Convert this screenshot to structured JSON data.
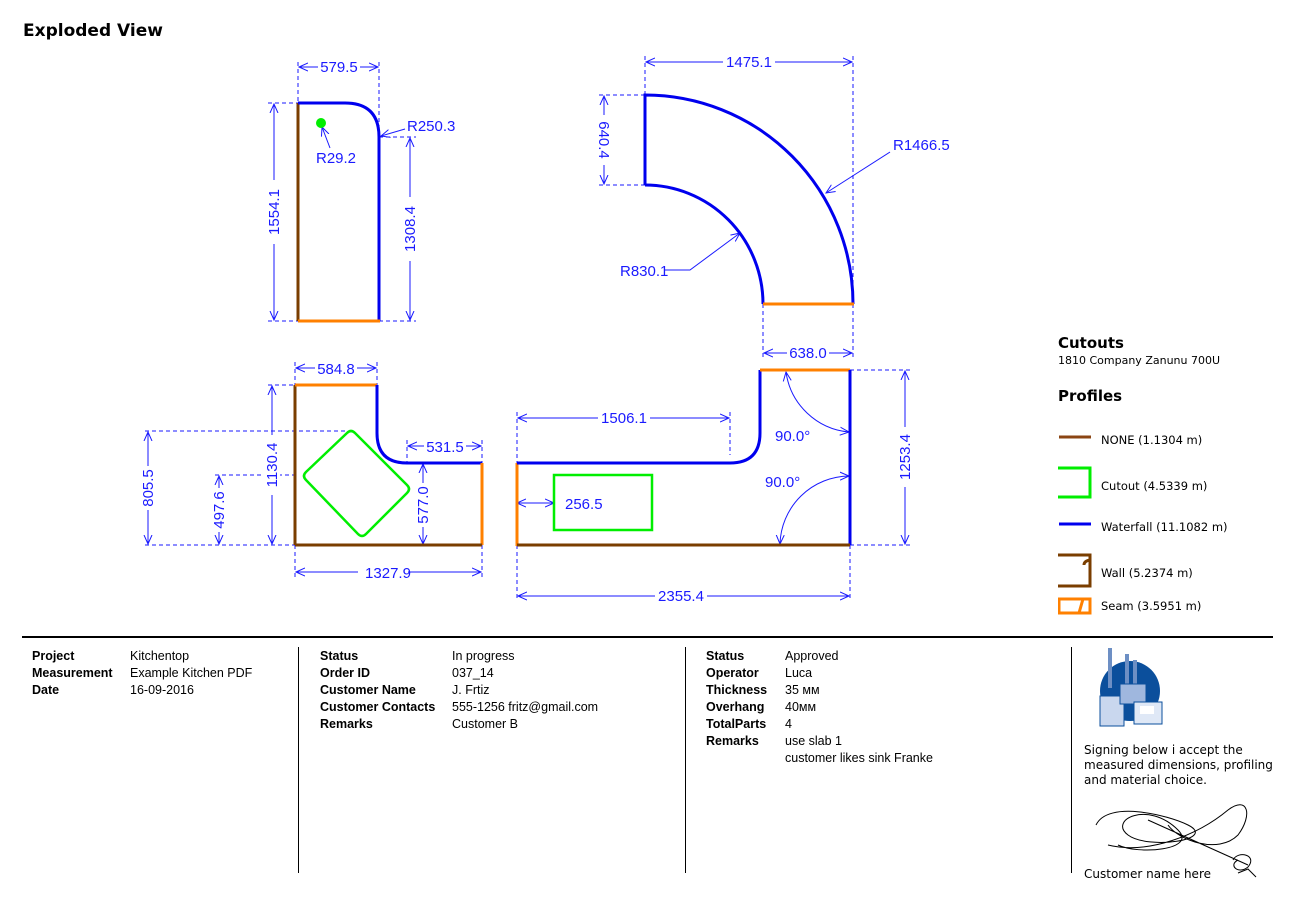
{
  "title": "Exploded View",
  "dimensions": {
    "p1": {
      "width": "579.5",
      "height": "1554.1",
      "right": "1308.4",
      "corner_radius": "R250.3",
      "hole_radius": "R29.2"
    },
    "p2": {
      "width": "1475.1",
      "left": "640.4",
      "outer_radius": "R1466.5",
      "inner_radius": "R830.1",
      "bottom": "638.0"
    },
    "p3": {
      "top": "584.8",
      "step": "531.5",
      "width": "1327.9",
      "height": "1130.4",
      "cut_offset": "805.5",
      "cut_offset2": "497.6",
      "right": "577.0"
    },
    "p4": {
      "top": "1506.1",
      "cut_offset": "256.5",
      "angle1": "90.0°",
      "angle2": "90.0°",
      "height": "1253.4",
      "width": "2355.4"
    }
  },
  "legend": {
    "cutouts_title": "Cutouts",
    "cutouts_item": "1810 Company Zanunu 700U",
    "profiles_title": "Profiles",
    "profiles": [
      {
        "label": "NONE (1.1304 m)",
        "color": "#8b4513"
      },
      {
        "label": "Cutout (4.5339 m)",
        "color": "#00ee00"
      },
      {
        "label": "Waterfall (11.1082 m)",
        "color": "#0000ee"
      },
      {
        "label": "Wall (5.2374 m)",
        "color": "#7a3e00"
      },
      {
        "label": "Seam (3.5951 m)",
        "color": "#ff8000"
      }
    ]
  },
  "footer": {
    "col1": [
      {
        "k": "Project",
        "v": "Kitchentop"
      },
      {
        "k": "Measurement",
        "v": "Example Kitchen PDF"
      },
      {
        "k": "Date",
        "v": "16-09-2016"
      }
    ],
    "col2": [
      {
        "k": "Status",
        "v": "In progress"
      },
      {
        "k": "Order ID",
        "v": "037_14"
      },
      {
        "k": "Customer Name",
        "v": "J. Frtiz"
      },
      {
        "k": "Customer Contacts",
        "v": "555-1256 fritz@gmail.com"
      },
      {
        "k": "Remarks",
        "v": "Customer B"
      }
    ],
    "col3": [
      {
        "k": "Status",
        "v": "Approved"
      },
      {
        "k": "Operator",
        "v": "Luca"
      },
      {
        "k": "Thickness",
        "v": "35 мм"
      },
      {
        "k": "Overhang",
        "v": "40мм"
      },
      {
        "k": "TotalParts",
        "v": "4"
      },
      {
        "k": "Remarks",
        "v": "use slab 1\ncustomer likes sink Franke"
      }
    ],
    "sign_text": "Signing below i accept the measured dimensions, profiling and material choice.",
    "customer_name": "Customer name here"
  }
}
